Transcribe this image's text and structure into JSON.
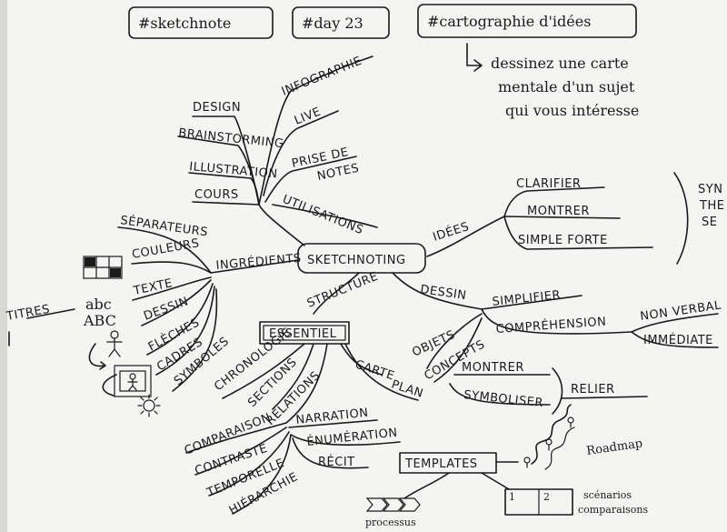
{
  "header": {
    "tag1": "#sketchnote",
    "tag2": "#day 23",
    "tag3": "#cartographie d'idées",
    "prompt": [
      "dessinez une carte",
      "mentale d'un sujet",
      "qui vous intéresse"
    ]
  },
  "center": "SKETCHNOTING",
  "branches": {
    "utilisations": {
      "label": "UTILISATIONS",
      "children": [
        "DESIGN",
        "BRAINSTORMING",
        "ILLUSTRATION",
        "COURS",
        "INFOGRAPHIE",
        "LIVE",
        "PRISE DE",
        "NOTES"
      ]
    },
    "idees": {
      "label": "IDÉES",
      "children": [
        "CLARIFIER",
        "MONTRER",
        "SIMPLE FORTE"
      ],
      "side": [
        "SYN",
        "THE",
        "SE"
      ]
    },
    "ingredients": {
      "label": "INGRÉDIENTS",
      "children": [
        "SÉPARATEURS",
        "COULEURS",
        "TEXTE",
        "DESSIN",
        "FLÈCHES",
        "CADRES",
        "SYMBOLES"
      ],
      "extras": [
        "TITRES",
        "abc",
        "ABC"
      ]
    },
    "structure": {
      "label": "STRUCTURE",
      "essentiel": "ESSENTIEL",
      "children": [
        "CHRONOLOGIE",
        "SECTIONS",
        "RELATIONS",
        "CARTE",
        "PLAN"
      ],
      "relations": [
        "COMPARAISON",
        "CONTRASTE",
        "TEMPORELLE",
        "HIÉRARCHIE",
        "NARRATION",
        "ÉNUMÉRATION",
        "RÉCIT"
      ],
      "templates": "TEMPLATES",
      "template_items": [
        "processus",
        "Roadmap",
        "scénarios",
        "comparaisons",
        "1",
        "2"
      ]
    },
    "dessin": {
      "label": "DESSIN",
      "children": [
        "SIMPLIFIER",
        "COMPRÉHENSION",
        "NON VERBAL",
        "IMMÉDIATE",
        "OBJETS",
        "CONCEPTS",
        "MONTRER",
        "SYMBOLISER",
        "RELIER"
      ]
    }
  }
}
